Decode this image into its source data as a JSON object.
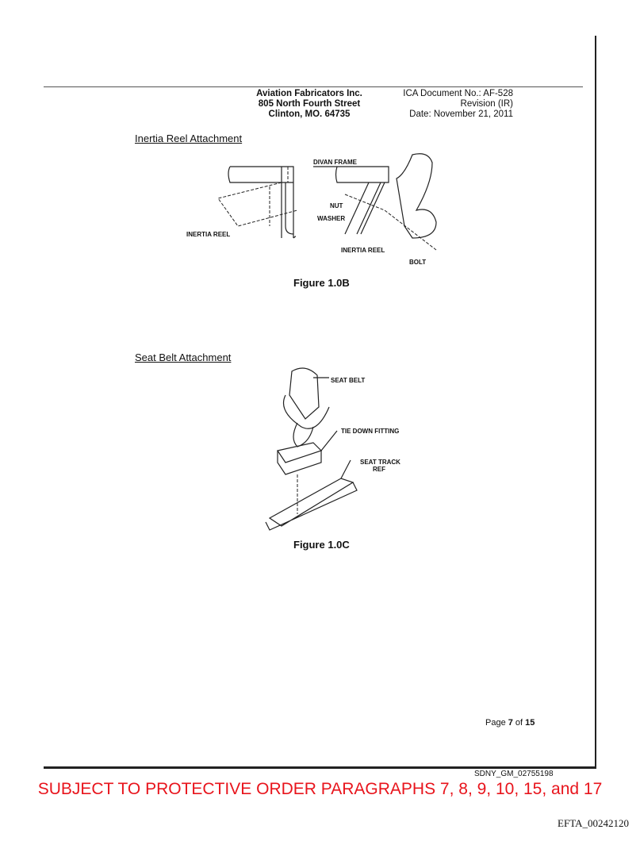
{
  "header": {
    "company": "Aviation Fabricators Inc.",
    "address": "805 North Fourth Street",
    "city": "Clinton, MO.  64735",
    "doc_no": "ICA Document No.: AF-528",
    "revision": "Revision (IR)",
    "date": "Date: November 21, 2011"
  },
  "sections": [
    {
      "title": "Inertia Reel Attachment",
      "figure_caption": "Figure 1.0B",
      "labels": {
        "divan_frame": "DIVAN FRAME",
        "nut": "NUT",
        "washer": "WASHER",
        "inertia_reel_left": "INERTIA REEL",
        "inertia_reel_right": "INERTIA REEL",
        "bolt": "BOLT"
      }
    },
    {
      "title": "Seat Belt Attachment",
      "figure_caption": "Figure 1.0C",
      "labels": {
        "seat_belt": "SEAT BELT",
        "tie_down": "TIE DOWN FITTING",
        "seat_track": "SEAT TRACK",
        "ref": "REF"
      }
    }
  ],
  "footer": {
    "page_prefix": "Page ",
    "page_current": "7",
    "page_of": " of ",
    "page_total": "15",
    "bates": "SDNY_GM_02755198",
    "protective_order": "SUBJECT TO PROTECTIVE ORDER PARAGRAPHS 7, 8, 9, 10, 15, and 17",
    "efta": "EFTA_00242120"
  },
  "colors": {
    "protective_order": "#e8141c"
  }
}
